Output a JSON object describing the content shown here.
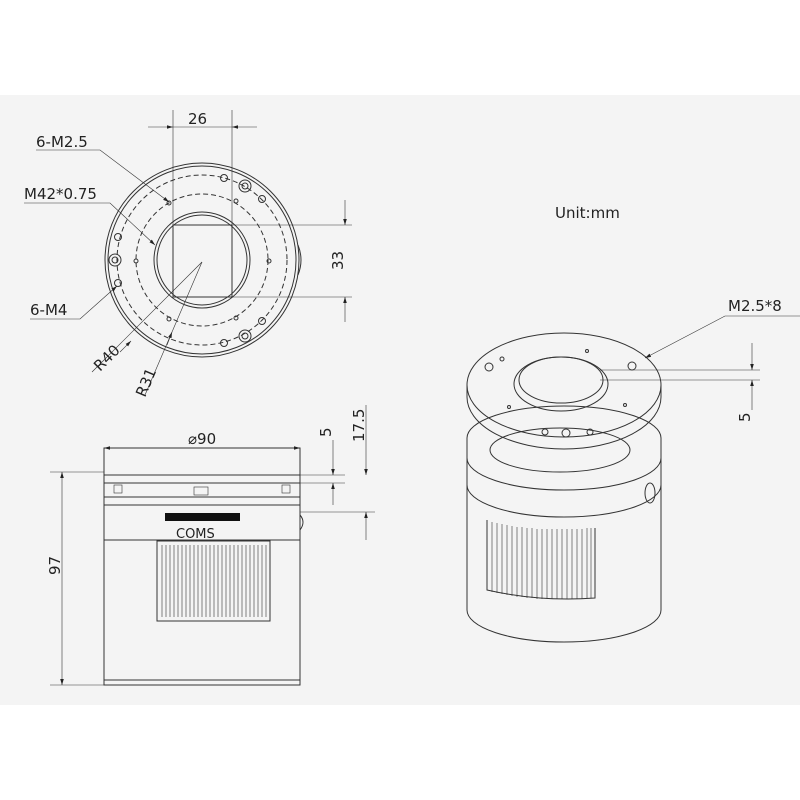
{
  "unit_label": "Unit:mm",
  "front_view": {
    "dim_width": "26",
    "dim_height": "33",
    "callout_holes_small": "6-M2.5",
    "callout_thread": "M42*0.75",
    "callout_holes_large": "6-M4",
    "radius_outer": "R40",
    "radius_inner": "R31"
  },
  "side_view": {
    "diameter": "⌀90",
    "height": "97",
    "dim_top": "5",
    "dim_flange": "17.5",
    "sensor_label": "COMS"
  },
  "iso_view": {
    "screw_callout": "M2.5*8",
    "dim_depth": "5"
  }
}
